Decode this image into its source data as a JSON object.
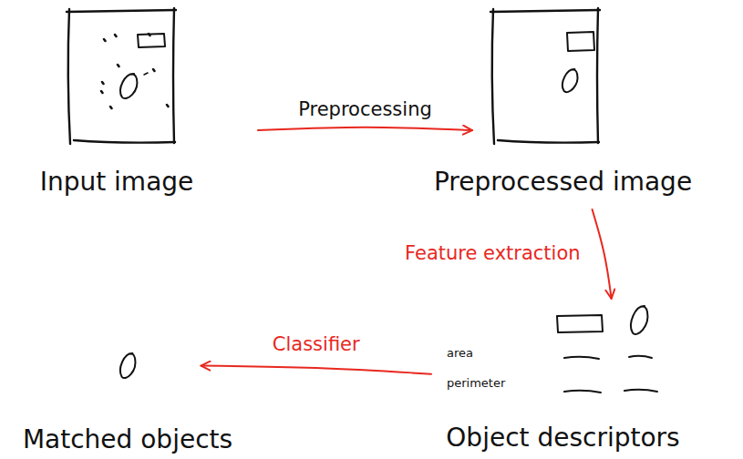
{
  "diagram": {
    "nodes": [
      {
        "text": [
          "Input image"
        ]
      },
      {
        "text": [
          "Preprocessed image"
        ]
      },
      {
        "text": [
          "Object descriptors"
        ]
      },
      {
        "text": [
          "Matched objects"
        ]
      }
    ],
    "edges": [
      {
        "from": 0,
        "to": 1,
        "arrow": "to",
        "label": "Preprocessing"
      },
      {
        "from": 1,
        "to": 2,
        "arrow": "to",
        "label": "Feature extraction"
      },
      {
        "from": 2,
        "to": 3,
        "arrow": "to",
        "label": "Classifier"
      }
    ],
    "labels": [
      "area",
      "perimeter"
    ]
  }
}
